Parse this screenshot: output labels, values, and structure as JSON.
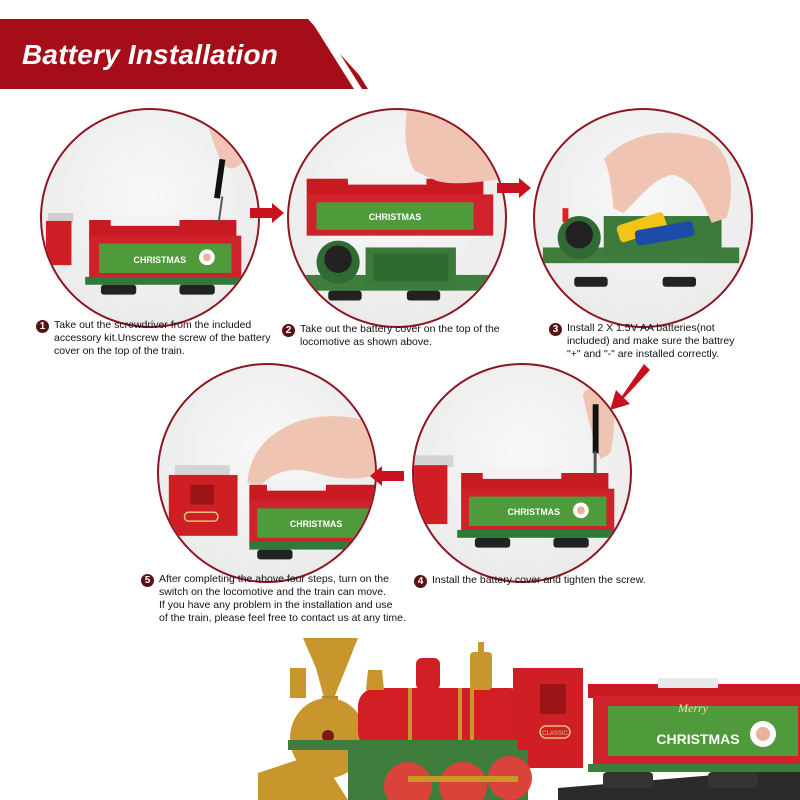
{
  "header": {
    "title": "Battery Installation",
    "banner_color": "#a50d18"
  },
  "steps": [
    {
      "number": "1",
      "image_alt": "Hand unscrewing the battery cover screw on the Merry Christmas tender car",
      "caption_lines": [
        "Take out the screwdriver from the included",
        "accessory kit.Unscrew the screw of the battery",
        "cover on the top of the train."
      ]
    },
    {
      "number": "2",
      "image_alt": "Hand lifting the battery cover off the tender car",
      "caption_lines": [
        "Take out the battery cover on the top of the",
        "locomotive as shown above."
      ]
    },
    {
      "number": "3",
      "image_alt": "Hand inserting AA batteries into the battery compartment",
      "caption_lines": [
        "Install 2 X 1.5V AA batteries(not",
        "included) and make sure the battrey",
        "\"+\" and \"-\" are installed correctly."
      ]
    },
    {
      "number": "4",
      "image_alt": "Screwdriver tightening the battery cover screw",
      "caption_lines": [
        "Install the battery cover and tighten the screw."
      ]
    },
    {
      "number": "5",
      "image_alt": "Hand pressing switch on tender behind the locomotive",
      "caption_lines": [
        "After completing the above four steps, turn on the",
        "switch on the locomotive and the train can move.",
        "If you have any problem in the installation and use",
        "of the train, please feel free to contact us at any time."
      ]
    }
  ],
  "product_image": {
    "alt": "Red and gold classic steam locomotive with Merry Christmas tender car",
    "locomotive_label": "CLASSIC",
    "tender_label_script": "Merry",
    "tender_label": "CHRISTMAS"
  },
  "colors": {
    "accent_red": "#a50d18",
    "circle_border": "#8e1522",
    "badge": "#5a1215",
    "arrow": "#c8101e",
    "train_red": "#d21f25",
    "train_green": "#3e7d3c",
    "train_gold": "#c9962e"
  }
}
